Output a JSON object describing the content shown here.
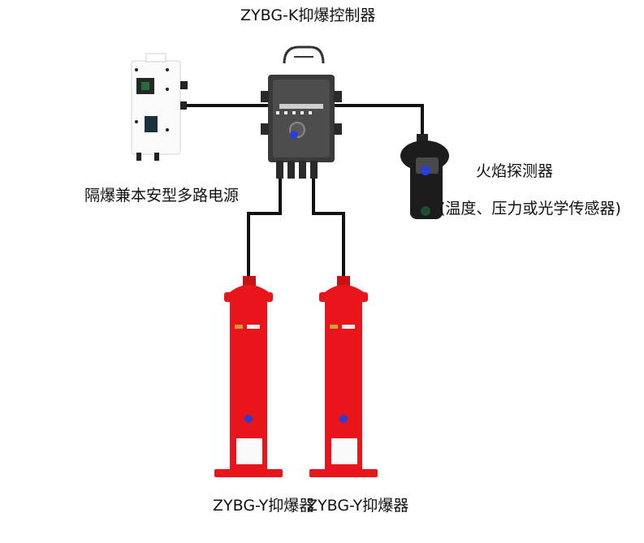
{
  "labels": {
    "controller": "ZYBG-K抑爆控制器",
    "power_supply": "隔爆兼本安型多路电源",
    "detector_title": "火焰探测器",
    "detector_subtitle": "(温度、压力或光学传感器)",
    "suppressor_1": "ZYBG-Y抑爆器",
    "suppressor_2": "ZYBG-Y抑爆器"
  },
  "colors": {
    "wire": "#111111",
    "suppressor_body": "#e8151b",
    "controller_body": "#3a3a3a",
    "detector_body": "#1c1c1c",
    "valve_blue": "#2a3fd6"
  }
}
